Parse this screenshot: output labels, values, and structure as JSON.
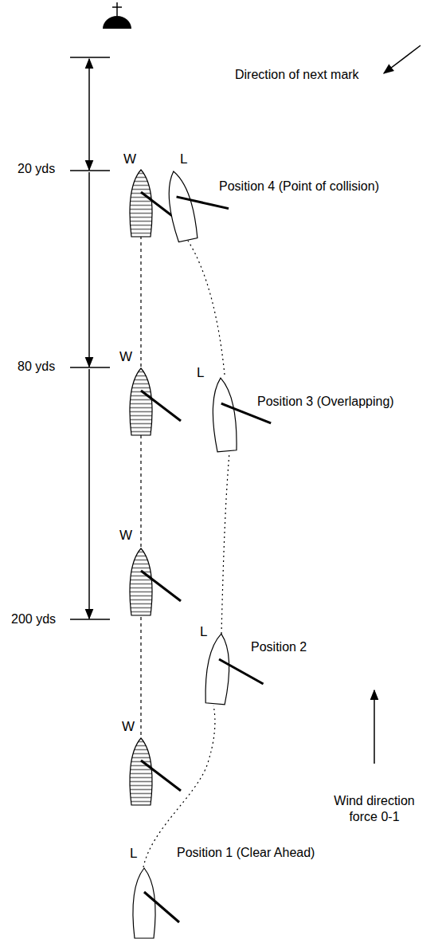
{
  "diagram": {
    "labels": [
      "Direction of next mark",
      "20 yds",
      "80 yds",
      "200 yds",
      "W",
      "L",
      "Position 4 (Point of collision)",
      "W",
      "L",
      "Position 3 (Overlapping)",
      "W",
      "L",
      "Position 2",
      "W",
      "L",
      "Position 1 (Clear Ahead)",
      "Wind direction force 0-1"
    ]
  }
}
